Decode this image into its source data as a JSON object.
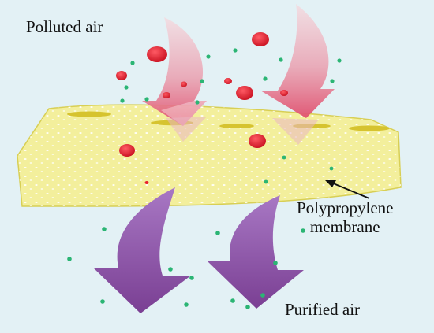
{
  "labels": {
    "polluted_air": "Polluted air",
    "membrane_line1": "Polypropylene",
    "membrane_line2": "membrane",
    "purified_air": "Purified air"
  },
  "colors": {
    "background": "#e3f1f5",
    "membrane": "#f3ef9c",
    "membrane_edge": "#d8cf55",
    "pollutant": "#e8202f",
    "clean_particle": "#2bb574",
    "incoming_arrow": "#e0506e",
    "outgoing_arrow": "#8b52a3"
  },
  "icons": {
    "incoming_arrows": "curved-down-arrow",
    "outgoing_arrows": "curved-down-left-arrow",
    "pointer": "label-pointer-arrow"
  }
}
